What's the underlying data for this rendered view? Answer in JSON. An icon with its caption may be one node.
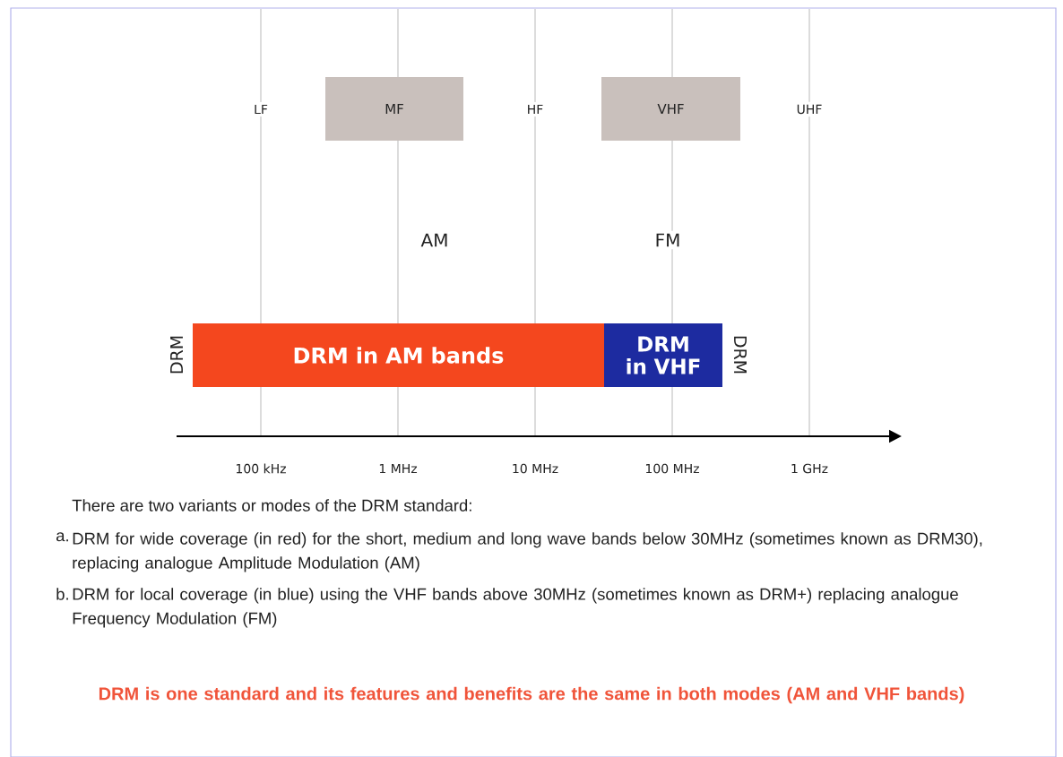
{
  "diagram": {
    "nodes": [
      {
        "text": [
          "MF"
        ]
      },
      {
        "text": [
          "VHF"
        ]
      },
      {
        "text": [
          "DRM in AM bands"
        ],
        "beside": [
          "DRM"
        ]
      },
      {
        "text": [
          "DRM in VHF"
        ],
        "beside": [
          "DRM"
        ]
      }
    ],
    "labels": [
      "LF",
      "HF",
      "UHF",
      "AM",
      "FM",
      "100 kHz",
      "1 MHz",
      "10 MHz",
      "100 MHz",
      "1 GHz",
      "There are two variants or modes of the DRM standard:",
      "a.",
      "DRM for wide coverage (in red) for the short, medium and long wave bands below 30MHz (sometimes known as DRM30), replacing analogue Amplitude Modulation (AM)",
      "b.",
      "DRM for local coverage (in blue) using the VHF bands above 30MHz (sometimes known as DRM+) replacing analogue Frequency Modulation (FM)",
      "DRM is one standard and its features and benefits are the same in both modes (AM and VHF bands)"
    ]
  }
}
